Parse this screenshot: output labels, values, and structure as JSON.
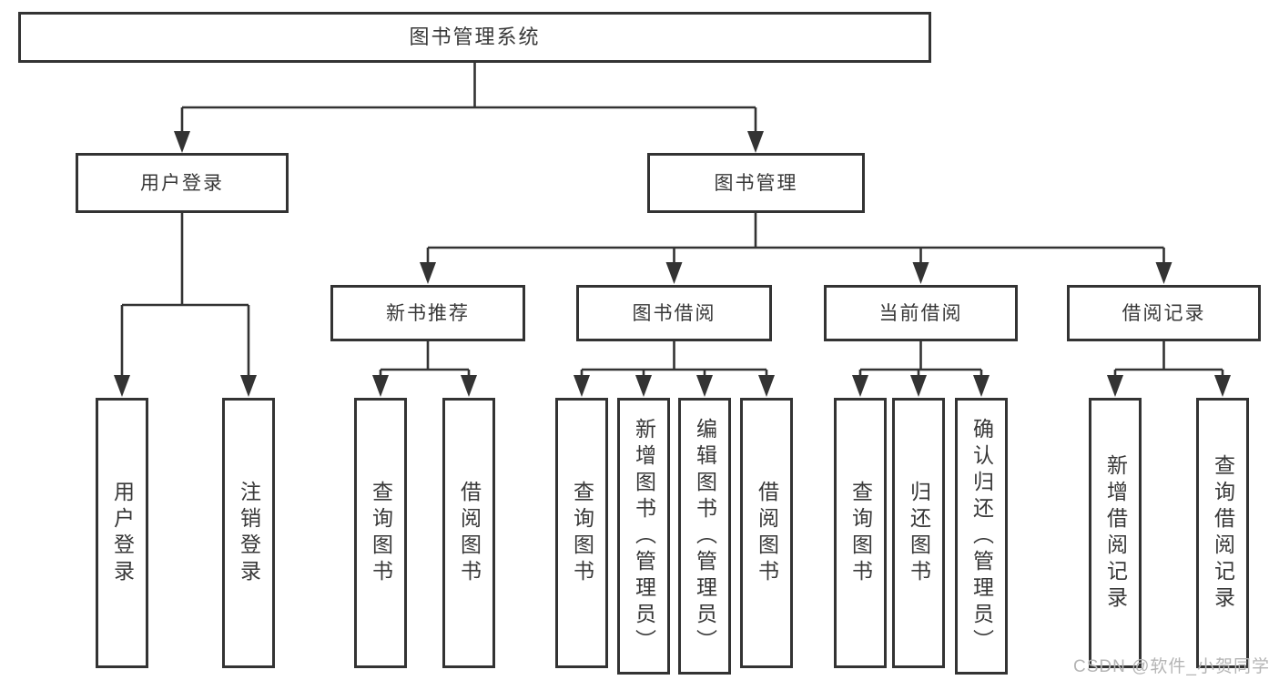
{
  "diagram": {
    "type": "hierarchy-tree",
    "root": "图书管理系统",
    "l1": [
      "用户登录",
      "图书管理"
    ],
    "l2": [
      "新书推荐",
      "图书借阅",
      "当前借阅",
      "借阅记录"
    ],
    "leaves": {
      "user_login": [
        "用户登录",
        "注销登录"
      ],
      "new_books": [
        "查询图书",
        "借阅图书"
      ],
      "book_borrow": [
        "查询图书",
        "新增图书（管理员）",
        "编辑图书（管理员）",
        "借阅图书"
      ],
      "current_borrow": [
        "查询图书",
        "归还图书",
        "确认归还（管理员）"
      ],
      "borrow_records": [
        "新增借阅记录",
        "查询借阅记录"
      ]
    },
    "edges": [
      "图书管理系统 -> 用户登录",
      "图书管理系统 -> 图书管理",
      "用户登录 -> 用户登录",
      "用户登录 -> 注销登录",
      "图书管理 -> 新书推荐",
      "图书管理 -> 图书借阅",
      "图书管理 -> 当前借阅",
      "图书管理 -> 借阅记录",
      "新书推荐 -> 查询图书",
      "新书推荐 -> 借阅图书",
      "图书借阅 -> 查询图书",
      "图书借阅 -> 新增图书（管理员）",
      "图书借阅 -> 编辑图书（管理员）",
      "图书借阅 -> 借阅图书",
      "当前借阅 -> 查询图书",
      "当前借阅 -> 归还图书",
      "当前借阅 -> 确认归还（管理员）",
      "借阅记录 -> 新增借阅记录",
      "借阅记录 -> 查询借阅记录"
    ],
    "colors": {
      "line": "#333333",
      "box_border": "#333333",
      "box_fill": "#ffffff",
      "text": "#383838",
      "background": "#ffffff",
      "watermark": "#b5b5b5"
    }
  },
  "watermark": "CSDN @软件_小贺同学"
}
